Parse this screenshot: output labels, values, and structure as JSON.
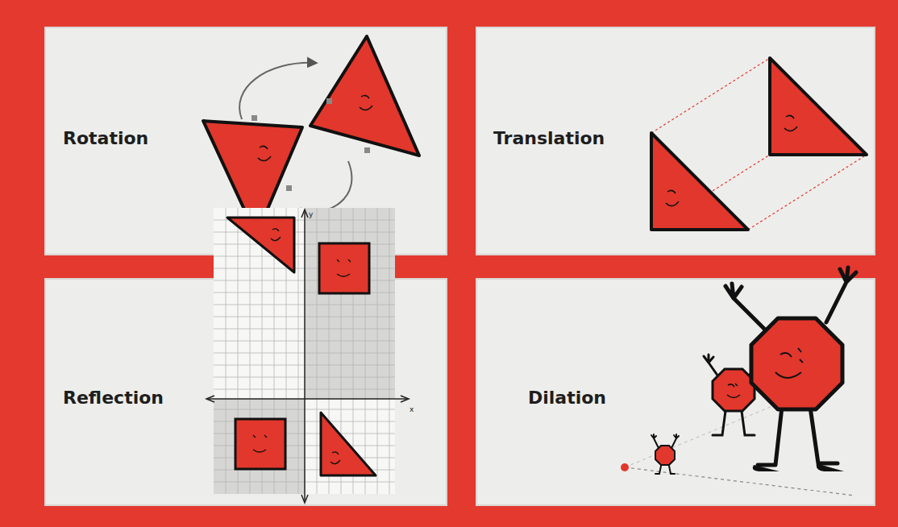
{
  "diagram": {
    "nodes": [
      {
        "text": [
          "Rotation"
        ]
      },
      {
        "text": [
          "Translation"
        ]
      },
      {
        "text": [
          "Reflection"
        ]
      },
      {
        "text": [
          "Dilation"
        ]
      }
    ],
    "labels": [
      "y",
      "x"
    ]
  }
}
